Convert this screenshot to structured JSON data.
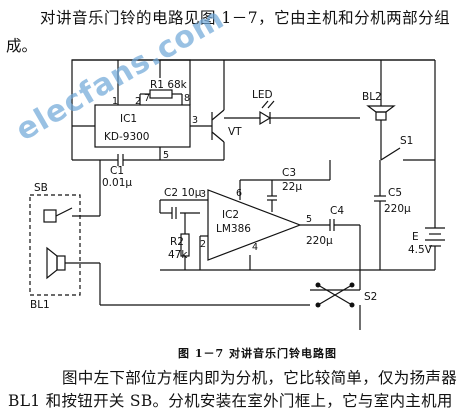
{
  "text": {
    "line1": "对讲音乐门铃的电路见图 1－7，它由主机和分机两部分组",
    "line2": "成。",
    "caption": "图 1－7   对讲音乐门铃电路图",
    "body1": "图中左下部位方框内即为分机，它比较简单，仅为扬声器",
    "body2": "BL1 和按钮开关 SB。分机安装在室外门框上，它与室内主机用"
  },
  "watermark": "elecfans.com",
  "labels": {
    "ic1": "IC1",
    "ic1_part": "KD-9300",
    "r1": "R1 68k",
    "vt": "VT",
    "led": "LED",
    "bl2": "BL2",
    "s1": "S1",
    "c1": "C1",
    "c1_val": "0.01μ",
    "c2": "C2 10μ",
    "c3": "C3",
    "c3_val": "22μ",
    "c4": "C4",
    "c4_val": "220μ",
    "c5": "C5",
    "c5_val": "220μ",
    "e": "E",
    "e_val": "4.5V",
    "ic2": "IC2",
    "ic2_part": "LM386",
    "r2": "R2",
    "r2_val": "47k",
    "sb": "SB",
    "bl1": "BL1",
    "s2": "S2",
    "pin1": "1",
    "pin2": "2",
    "pin7": "7",
    "pin8": "8",
    "pin3": "3",
    "pin5": "5",
    "ic2_pin6": "6",
    "ic2_pin3": "3",
    "ic2_pin2": "2",
    "ic2_pin5": "5",
    "ic2_pin4": "4"
  },
  "colors": {
    "ink": "#111111",
    "watermark": "#6fa7d8"
  }
}
